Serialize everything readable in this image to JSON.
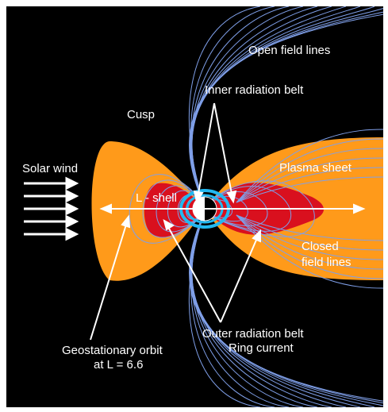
{
  "labels": {
    "open_field_lines": "Open field lines",
    "inner_radiation_belt": "Inner radiation belt",
    "cusp": "Cusp",
    "solar_wind": "Solar wind",
    "plasma_sheet": "Plasma sheet",
    "l_shell": "L - shell",
    "closed_field_lines_line1": "Closed",
    "closed_field_lines_line2": "field lines",
    "outer_radiation_belt": "Outer radiation belt",
    "ring_current": "Ring current",
    "geostationary_line1": "Geostationary orbit",
    "geostationary_line2": "at L = 6.6"
  },
  "colors": {
    "background": "#000000",
    "plasma_sheet": "#ff9a1a",
    "outer_belt": "#d9101e",
    "field_lines": "#7f9fe8",
    "inner_belt": "#22b8f0",
    "earth_day": "#ffffff",
    "earth_night": "#000000",
    "arrows": "#ffffff"
  }
}
